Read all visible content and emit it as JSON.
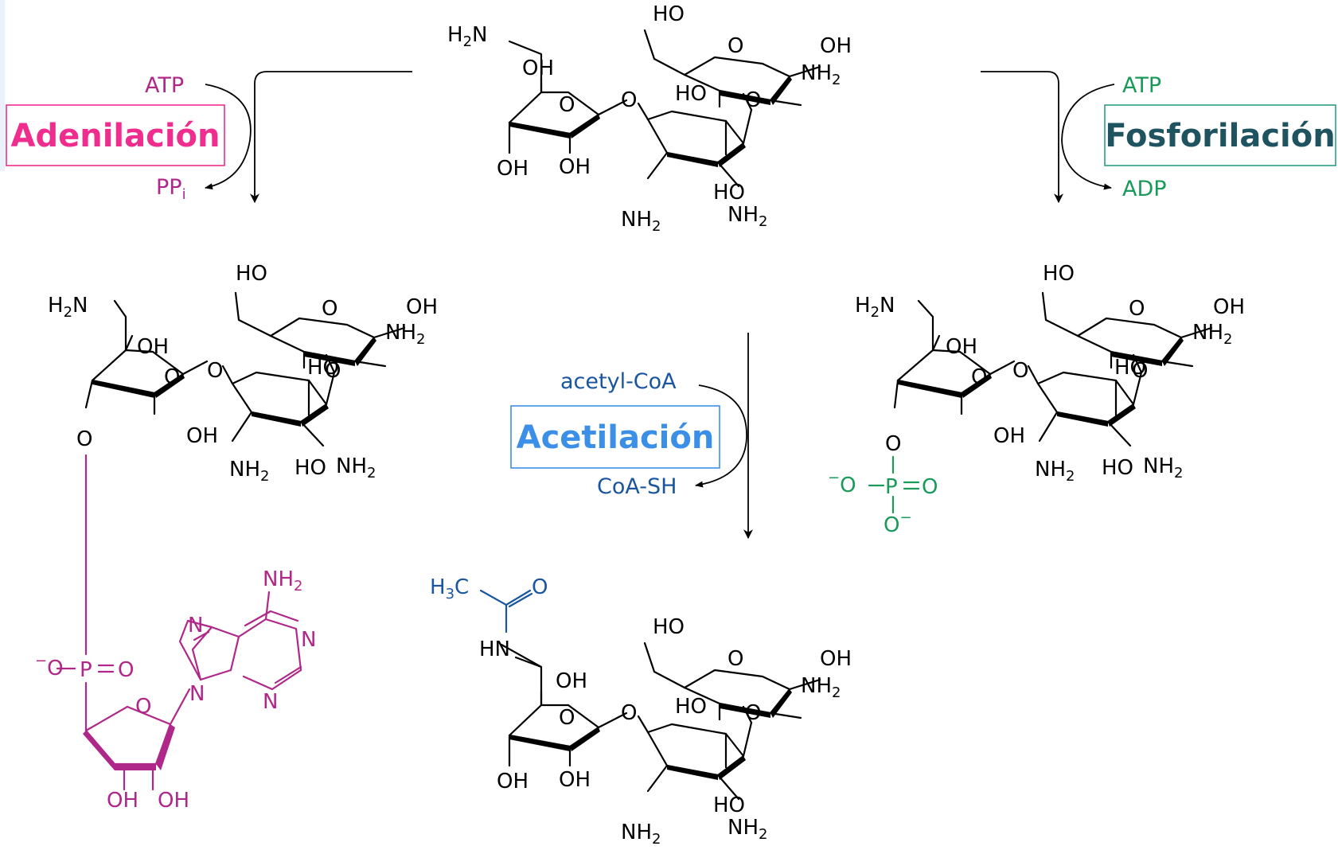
{
  "colors": {
    "adenylation": "#ef2d8f",
    "adenylation_reagent": "#b0278a",
    "phosphorylation_box": "#2b9c86",
    "phosphorylation_title": "#1f5360",
    "phosphorylation_reagent": "#1a9a58",
    "acetylation": "#3b8fe6",
    "acetylation_reagent": "#1a56a0",
    "structure": "#000000"
  },
  "reactions": {
    "adenylation": {
      "title": "Adenilación",
      "reagent_in": "ATP",
      "reagent_out": "PP",
      "reagent_out_sub": "i"
    },
    "phosphorylation": {
      "title": "Fosforilación",
      "reagent_in": "ATP",
      "reagent_out": "ADP"
    },
    "acetylation": {
      "title": "Acetilación",
      "reagent_in": "acetyl-CoA",
      "reagent_out": "CoA-SH"
    }
  },
  "groups": {
    "phosphate": {
      "o_minus": "O",
      "p": "P",
      "o_double": "O",
      "o_bottom": "O"
    },
    "adenine": {
      "nh2": "NH",
      "n": "N",
      "o_ring": "O",
      "oh": "OH"
    },
    "acetyl": {
      "h3c": "H",
      "c3": "C",
      "o": "O",
      "hn": "HN"
    }
  },
  "aminoglycoside": {
    "ho": "HO",
    "oh": "OH",
    "nh2": "NH",
    "h2n": "H",
    "o": "O",
    "sub2": "2",
    "sub3": "3"
  }
}
